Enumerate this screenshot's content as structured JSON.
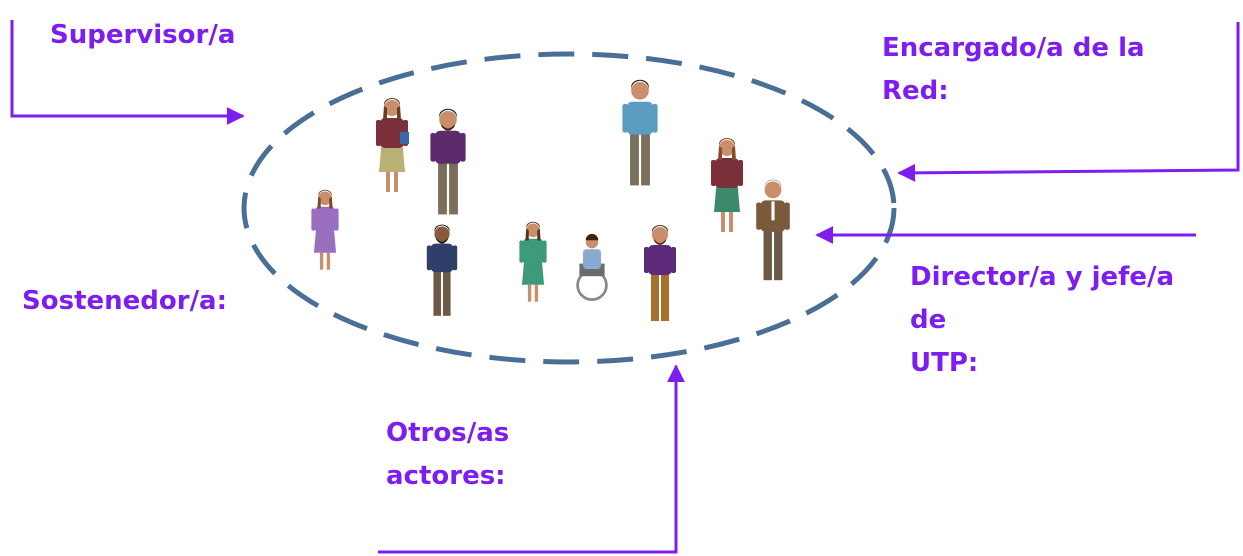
{
  "colors": {
    "accent": "#7e1df0",
    "ellipse_stroke": "#4a6f96"
  },
  "labels": {
    "supervisor": "Supervisor/a",
    "encargado": "Encargado/a de la\nRed:",
    "director": "Director/a y jefe/a\nde\nUTP:",
    "sostenedor": "Sostenedor/a:",
    "otros": "Otros/as\nactores:"
  },
  "figures": [
    {
      "kind": "woman",
      "shirt": "#7a2f3a",
      "bottom": "#b9b074",
      "skin": "#c98f6c",
      "hair": "#6b3b22",
      "prop": "book"
    },
    {
      "kind": "man",
      "shirt": "#5d2a6b",
      "bottom": "#7c6c5a",
      "skin": "#c98f6c",
      "hair": "#3b2417",
      "prop": "beard"
    },
    {
      "kind": "man",
      "shirt": "#5b9cc0",
      "bottom": "#7a6e5c",
      "skin": "#c98f6c",
      "hair": "#3b2417",
      "prop": "none"
    },
    {
      "kind": "woman",
      "shirt": "#7a2f3a",
      "bottom": "#3d8a6a",
      "skin": "#c98f6c",
      "hair": "#8a4a28",
      "prop": "none"
    },
    {
      "kind": "man",
      "shirt": "#7a5a3a",
      "bottom": "#6b5a48",
      "skin": "#c98f6c",
      "hair": "#bdbdbd",
      "prop": "tie"
    },
    {
      "kind": "woman",
      "shirt": "#9a6fc0",
      "bottom": "#9a6fc0",
      "skin": "#c98f6c",
      "hair": "#7a4a2a",
      "prop": "dress"
    },
    {
      "kind": "man",
      "shirt": "#2f3f6a",
      "bottom": "#6b5a48",
      "skin": "#8a5a3c",
      "hair": "#1f1510",
      "prop": "beard"
    },
    {
      "kind": "woman",
      "shirt": "#3d9a7a",
      "bottom": "#3d9a7a",
      "skin": "#c98f6c",
      "hair": "#5a3220",
      "prop": "dress"
    },
    {
      "kind": "wheelchair",
      "shirt": "#8aa8d0",
      "bottom": "#6b6b6b",
      "skin": "#c98f6c",
      "hair": "#3b2417",
      "prop": "none"
    },
    {
      "kind": "man",
      "shirt": "#5d2a7a",
      "bottom": "#a8702a",
      "skin": "#c98f6c",
      "hair": "#5a3220",
      "prop": "beard"
    }
  ]
}
